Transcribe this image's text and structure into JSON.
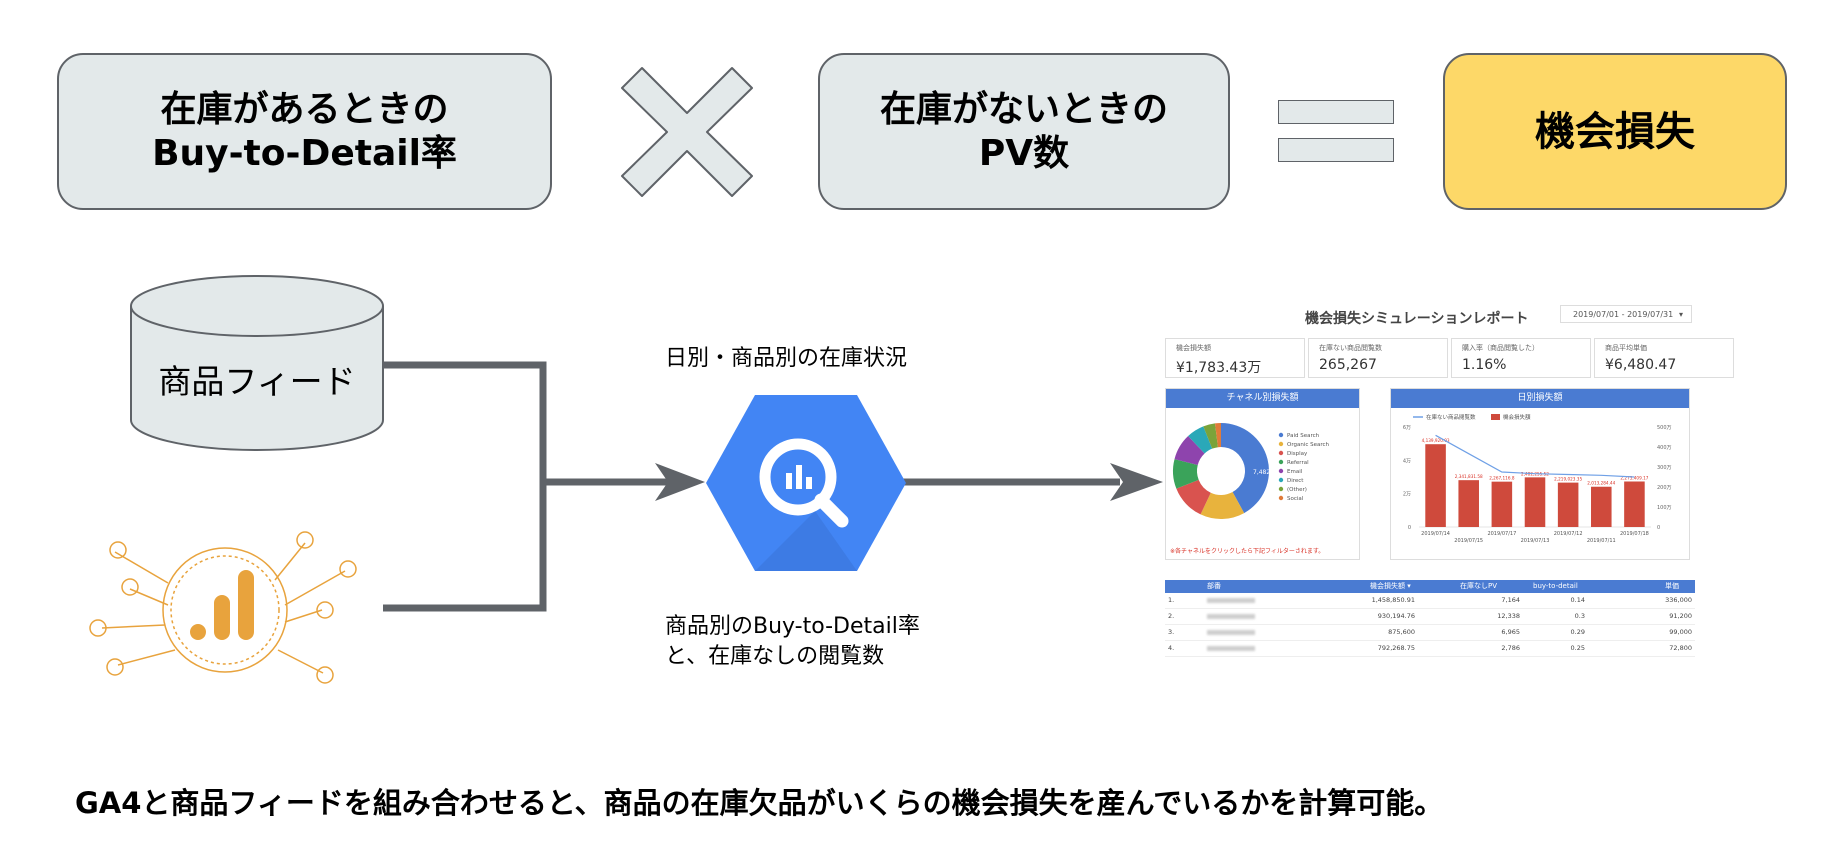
{
  "formula": {
    "box1": {
      "line1": "在庫があるときの",
      "line2": "Buy-to-Detail率"
    },
    "box2": {
      "line1": "在庫がないときの",
      "line2": "PV数"
    },
    "result": "機会損失"
  },
  "sources": {
    "feed_label": "商品フィード"
  },
  "captions": {
    "top": "日別・商品別の在庫状況",
    "bottom_line1": "商品別のBuy-to-Detail率",
    "bottom_line2": "と、在庫なしの閲覧数"
  },
  "report": {
    "title": "機会損失シミュレーションレポート",
    "date_range": "2019/07/01 - 2019/07/31",
    "kpis": [
      {
        "label": "機会損失額",
        "value": "¥1,783.43万"
      },
      {
        "label": "在庫ない商品閲覧数",
        "value": "265,267"
      },
      {
        "label": "購入率（商品閲覧した）",
        "value": "1.16%"
      },
      {
        "label": "商品平均単価",
        "value": "¥6,480.47"
      }
    ],
    "channel_panel": {
      "title": "チャネル別損失額",
      "center_label": "7,482.3",
      "legend": [
        "Paid Search",
        "Organic Search",
        "Display",
        "Referral",
        "Email",
        "Direct",
        "(Other)",
        "Social"
      ],
      "note": "※各チャネルをクリックしたら下記フィルターされます。"
    },
    "daily_panel": {
      "title": "日別損失額",
      "legend": [
        "在庫ない商品閲覧数",
        "機会損失額"
      ],
      "left_ticks": [
        "6万",
        "4万",
        "2万",
        "0"
      ],
      "right_ticks": [
        "500万",
        "400万",
        "300万",
        "200万",
        "100万",
        "0"
      ],
      "bar_labels": [
        "4,139,920.93",
        "2,341,831.58",
        "2,267,116.8",
        "2,482,255.52",
        "2,219,023.35",
        "2,013,284.44",
        "2,275,409.17"
      ],
      "x_top": [
        "2019/07/14",
        "2019/07/17",
        "2019/07/12",
        "2019/07/18"
      ],
      "x_bottom": [
        "2019/07/15",
        "2019/07/13",
        "2019/07/11"
      ]
    },
    "table": {
      "headers": [
        "部番",
        "機会損失額 ▾",
        "在庫なしPV",
        "buy-to-detail",
        "単価"
      ],
      "rows": [
        {
          "n": "1.",
          "loss": "1,458,850.91",
          "pv": "7,164",
          "btd": "0.14",
          "price": "336,000"
        },
        {
          "n": "2.",
          "loss": "930,194.76",
          "pv": "12,338",
          "btd": "0.3",
          "price": "91,200"
        },
        {
          "n": "3.",
          "loss": "875,600",
          "pv": "6,965",
          "btd": "0.29",
          "price": "99,000"
        },
        {
          "n": "4.",
          "loss": "792,268.75",
          "pv": "2,786",
          "btd": "0.25",
          "price": "72,800"
        }
      ]
    }
  },
  "chart_data": [
    {
      "type": "pie",
      "categories": [
        "Paid Search",
        "Organic Search",
        "Display",
        "Referral",
        "Email",
        "Direct",
        "(Other)",
        "Social"
      ],
      "values": [
        42,
        15,
        12,
        10,
        9,
        6,
        4,
        2
      ]
    },
    {
      "type": "bar",
      "categories": [
        "2019/07/14",
        "2019/07/15",
        "2019/07/17",
        "2019/07/13",
        "2019/07/12",
        "2019/07/11",
        "2019/07/18"
      ],
      "series": [
        {
          "name": "機会損失額",
          "values": [
            4139920.93,
            2341831.58,
            2267116.8,
            2482255.52,
            2219023.35,
            2013284.44,
            2275409.17
          ]
        },
        {
          "name": "在庫ない商品閲覧数",
          "values": [
            55000,
            44000,
            33000,
            32000,
            31500,
            31000,
            30000
          ]
        }
      ],
      "ylim": [
        0,
        5000000
      ]
    }
  ],
  "colors": {
    "box": "#e3e9ea",
    "result": "#fdd868",
    "line": "#5f6368",
    "bq_blue": "#4285f4",
    "bar_red": "#cf4a3c",
    "header_blue": "#4a7bd2",
    "ga_orange": "#e8a33d"
  }
}
